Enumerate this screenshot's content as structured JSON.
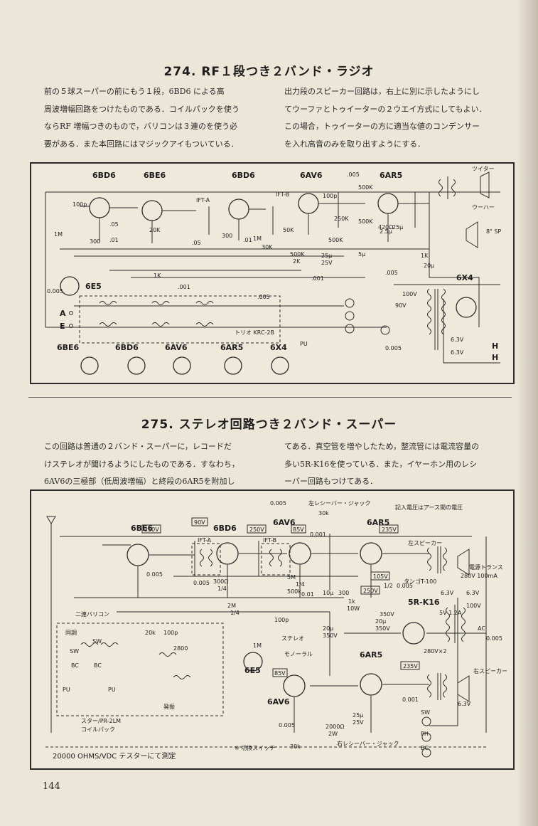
{
  "sec1": {
    "title": "274. RF１段つき２バンド・ラジオ",
    "left_lines": [
      "前の５球スーパーの前にもう１段，6BD6 による高",
      "周波増幅回路をつけたものである．コイルパックを使う",
      "ならRF 増幅つきのもので，バリコンは３連のを使う必",
      "要がある．また本回路にはマジックアイもついている．"
    ],
    "right_lines": [
      "出力段のスピーカー回路は，右上に別に示したようにし",
      "てウーファとトゥイーターの２ウエイ方式にしてもよい．",
      "この場合，トゥイーターの方に適当な値のコンデンサー",
      "を入れ高音のみを取り出すようにする．"
    ],
    "schematic": {
      "tubes_top": [
        "6BD6",
        "6BE6",
        "6BD6",
        "6AV6",
        "6AR5"
      ],
      "tube_mid": "6E5",
      "rectifier": "6X4",
      "ifts": [
        "IFT-A",
        "IFT-B"
      ],
      "coilpack": "トリオ KRC-2B",
      "speakers": [
        "ツイター",
        "ウーハー",
        "8\" SP"
      ],
      "antenna_labels": [
        "A",
        "E"
      ],
      "pins_tubes": [
        "6BE6",
        "6BD6",
        "6AV6",
        "6AR5",
        "6X4"
      ],
      "heater_labels": [
        "6.3V",
        "6.3V",
        "H",
        "H"
      ],
      "pu_label": "PU",
      "values": [
        "100p",
        "1M",
        "300",
        ".05",
        ".01",
        "20K",
        ".05",
        "300",
        ".01",
        "1M",
        "30K",
        "50K",
        "100p",
        "500K",
        "2K",
        "25μ",
        "25V",
        "500K",
        "5μ",
        "250K",
        "500K",
        "420Ω",
        "25μ",
        "1K",
        "20μ",
        ".005",
        "100V",
        "90V",
        "0.005",
        "0.005",
        ".001",
        ".001",
        "1K",
        "500K",
        ".005",
        ".005",
        "2.5μ"
      ]
    }
  },
  "sec2": {
    "title": "275. ステレオ回路つき２バンド・スーパー",
    "left_lines": [
      "この回路は普通の２バンド・スーパーに，レコードだ",
      "けステレオが聞けるようにしたものである．すなわち，",
      "6AV6の三極部（低周波増幅）と終段の6AR5を附加し"
    ],
    "right_lines": [
      "てある．真空管を増やしたため，整流管には電流容量の",
      "多い5R-K16を使っている．また，イヤーホン用のレシ",
      "ーバー回路もつけてある．"
    ],
    "schematic": {
      "header_note": "記入電圧はアース間の電圧",
      "tubes": [
        "6BE6",
        "6BD6",
        "6AV6",
        "6AR5",
        "6E5",
        "6AV6",
        "6AR5",
        "5R-K16"
      ],
      "ifts": [
        "IFT-A",
        "IFT-B"
      ],
      "voltages": [
        "250V",
        "90V",
        "250V",
        "85V",
        "235V",
        "105V",
        "250V",
        "85V",
        "235V",
        "350V",
        "280V×2"
      ],
      "jacks": [
        "左レシーバー・ジャック",
        "右レシーバー・ジャック"
      ],
      "speakers": [
        "左スピーカー",
        "右スピーカー"
      ],
      "output_trans": "タンゴT-100",
      "power_trans": [
        "電源トランス",
        "280V 100mA"
      ],
      "coil_labels": [
        "二連バリコン",
        "同調",
        "SW",
        "BC",
        "BC",
        "SW",
        "PU",
        "PU",
        "発振",
        "スター/PR-2LM",
        "コイルパック"
      ],
      "switch_labels": [
        "ステレオ",
        "モノーラル",
        "SW",
        "PH",
        "BC",
        "※ 切換スイッチ"
      ],
      "heater": [
        "6.3V",
        "6.3V",
        "5V 1.2A",
        "6.3V",
        "100V",
        "AC"
      ],
      "footnote": "20000 OHMS/VDC テスターにて測定",
      "values": [
        "0.005",
        "30k",
        "0.005",
        "0.005",
        "300Ω",
        "1/4",
        "2M",
        "1/4",
        "0.001",
        "0.01",
        "1k",
        "10W",
        "20μ",
        "350V",
        "20μ",
        "350V",
        "500k",
        "10μ",
        "300",
        "100p",
        "20k",
        "100p",
        "2800",
        "1M",
        "5M",
        "1/4",
        "2000Ω",
        "2W",
        "25μ",
        "25V",
        "30k",
        "0.005",
        "0.001",
        "0.005",
        "1/2",
        "0.005"
      ]
    }
  },
  "page_number": "144"
}
